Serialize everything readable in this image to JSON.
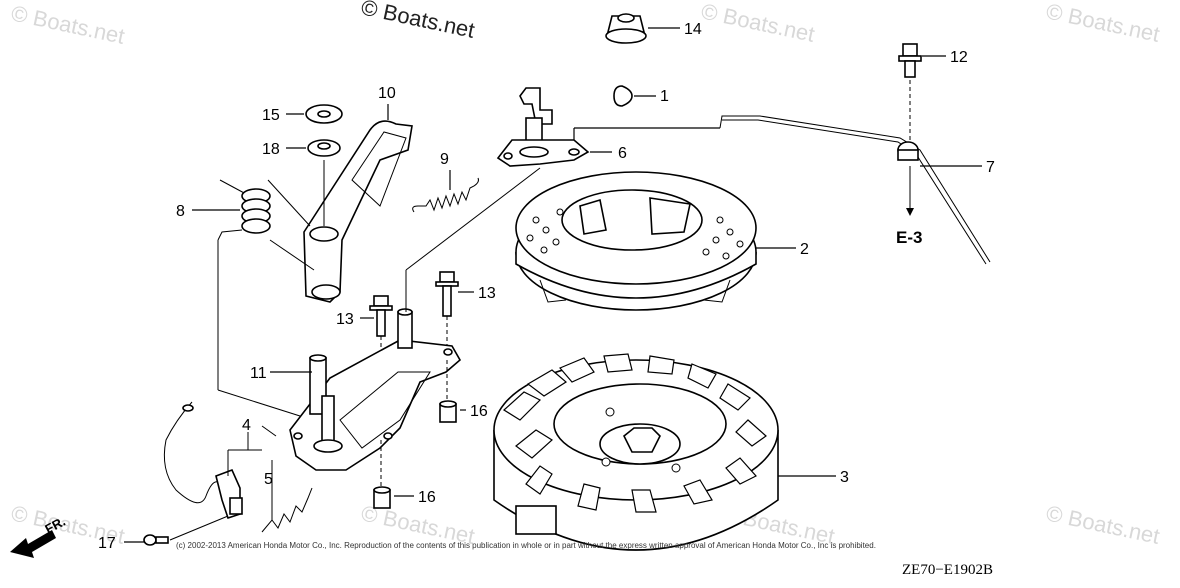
{
  "watermarks": {
    "main": "© Boats.net",
    "faint": "© Boats.net"
  },
  "callouts": {
    "p1": "1",
    "p2": "2",
    "p3": "3",
    "p4": "4",
    "p5": "5",
    "p6": "6",
    "p7": "7",
    "p8": "8",
    "p9": "9",
    "p10": "10",
    "p11": "11",
    "p12": "12",
    "p13a": "13",
    "p13b": "13",
    "p14": "14",
    "p15": "15",
    "p16a": "16",
    "p16b": "16",
    "p17": "17",
    "p18": "18"
  },
  "labels": {
    "ref": "E-3",
    "direction": "FR.",
    "copyright": "(c) 2002-2013 American Honda Motor Co., Inc. Reproduction of the contents of this publication in whole or in part without the express written approval of American Honda Motor Co., Inc is prohibited.",
    "diagram_code": "ZE70−E1902B"
  }
}
